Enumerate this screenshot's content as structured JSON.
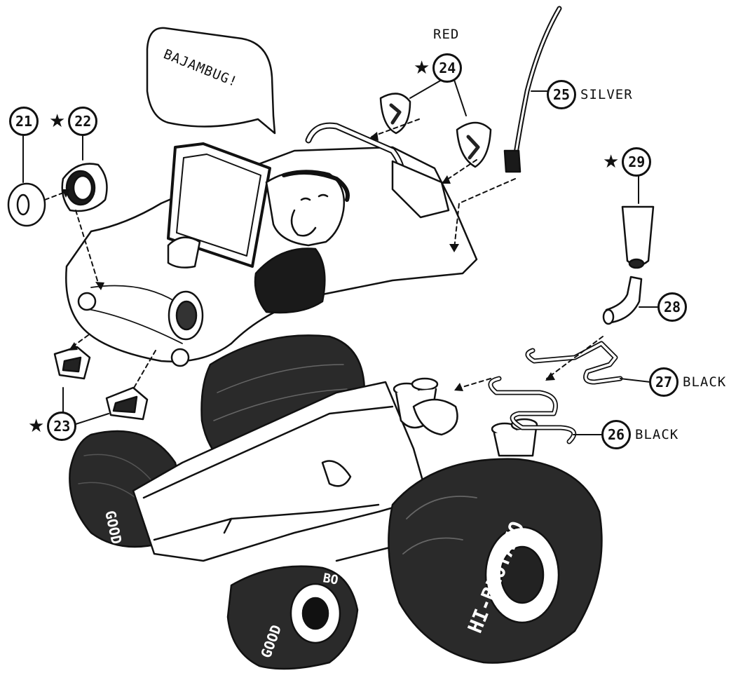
{
  "speech_bubble": {
    "text": "BAJAMBUG!"
  },
  "parts": [
    {
      "id": "p21",
      "number": "21",
      "starred": false,
      "color": ""
    },
    {
      "id": "p22",
      "number": "22",
      "starred": true,
      "color": ""
    },
    {
      "id": "p23",
      "number": "23",
      "starred": true,
      "color": ""
    },
    {
      "id": "p24",
      "number": "24",
      "starred": true,
      "color": "RED"
    },
    {
      "id": "p25",
      "number": "25",
      "starred": false,
      "color": "SILVER"
    },
    {
      "id": "p26",
      "number": "26",
      "starred": false,
      "color": "BLACK"
    },
    {
      "id": "p27",
      "number": "27",
      "starred": false,
      "color": "BLACK"
    },
    {
      "id": "p28",
      "number": "28",
      "starred": false,
      "color": ""
    },
    {
      "id": "p29",
      "number": "29",
      "starred": true,
      "color": ""
    }
  ],
  "star_symbol": "★",
  "tire_text": {
    "rear_right": "HI-BLOTATO",
    "front_left": "GOOD",
    "front_left_suffix": "BO",
    "rear_left": "GOOD"
  },
  "ink_color": "#111111",
  "paper_color": "#ffffff"
}
